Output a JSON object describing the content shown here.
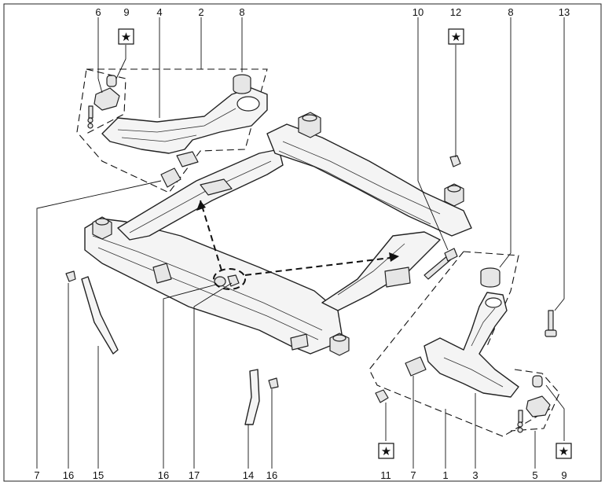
{
  "callouts": [
    {
      "id": "c6",
      "label": "6"
    },
    {
      "id": "c9a",
      "label": "9"
    },
    {
      "id": "c4",
      "label": "4"
    },
    {
      "id": "c2",
      "label": "2"
    },
    {
      "id": "c8a",
      "label": "8"
    },
    {
      "id": "c10",
      "label": "10"
    },
    {
      "id": "c12",
      "label": "12"
    },
    {
      "id": "c8b",
      "label": "8"
    },
    {
      "id": "c13",
      "label": "13"
    },
    {
      "id": "c7a",
      "label": "7"
    },
    {
      "id": "c16a",
      "label": "16"
    },
    {
      "id": "c15",
      "label": "15"
    },
    {
      "id": "c16b",
      "label": "16"
    },
    {
      "id": "c17",
      "label": "17"
    },
    {
      "id": "c14",
      "label": "14"
    },
    {
      "id": "c16c",
      "label": "16"
    },
    {
      "id": "c11",
      "label": "11"
    },
    {
      "id": "c7b",
      "label": "7"
    },
    {
      "id": "c1",
      "label": "1"
    },
    {
      "id": "c3",
      "label": "3"
    },
    {
      "id": "c5",
      "label": "5"
    },
    {
      "id": "c9b",
      "label": "9"
    }
  ],
  "star_symbol": "★",
  "icons": {
    "star_box": "star-icon"
  },
  "colors": {
    "line": "#222222",
    "part_fill": "#f4f4f4",
    "background": "#ffffff"
  }
}
